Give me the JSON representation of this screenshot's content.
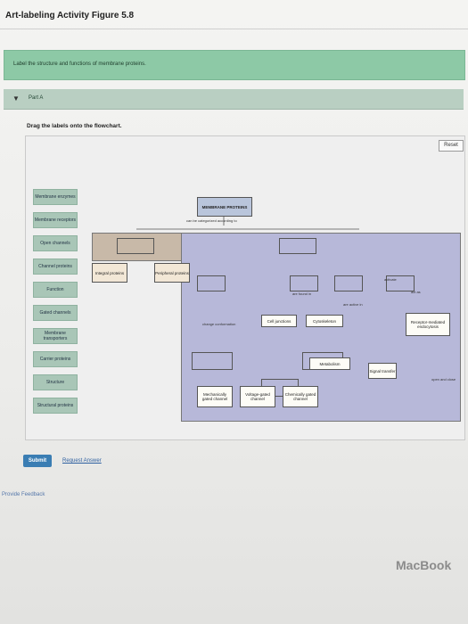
{
  "title": "Art-labeling Activity Figure 5.8",
  "instruction": "Label the structure and functions of membrane proteins.",
  "part": {
    "label": "Part A"
  },
  "prompt": "Drag the labels onto the flowchart.",
  "reset_label": "Reset",
  "label_bank": [
    "Membrane enzymes",
    "Membrane receptors",
    "Open channels",
    "Channel proteins",
    "Function",
    "Gated channels",
    "Membrane transporters",
    "Carrier proteins",
    "Structure",
    "Structural proteins"
  ],
  "chart": {
    "root": "MEMBRANE PROTEINS",
    "root_sub": "can be categorized according to",
    "integral": "Integral proteins",
    "peripheral": "Peripheral proteins",
    "cell_junctions": "Cell junctions",
    "cytoskeleton": "Cytoskeleton",
    "metabolism": "Metabolism",
    "signal_transfer": "Signal transfer",
    "receptor_endocytosis": "Receptor-mediated endocytosis",
    "mechanically_gated": "Mechanically gated channel",
    "voltage_gated": "Voltage-gated channel",
    "chemically_gated": "Chemically gated channel",
    "found_in": "are found in",
    "are_active_in": "are active in",
    "activate": "activate",
    "act_as": "act as",
    "open_and_close": "open and close",
    "change_conformation": "change conformation"
  },
  "submit_label": "Submit",
  "request_answer_label": "Request Answer",
  "feedback_label": "Provide Feedback",
  "device_brand": "MacBook"
}
